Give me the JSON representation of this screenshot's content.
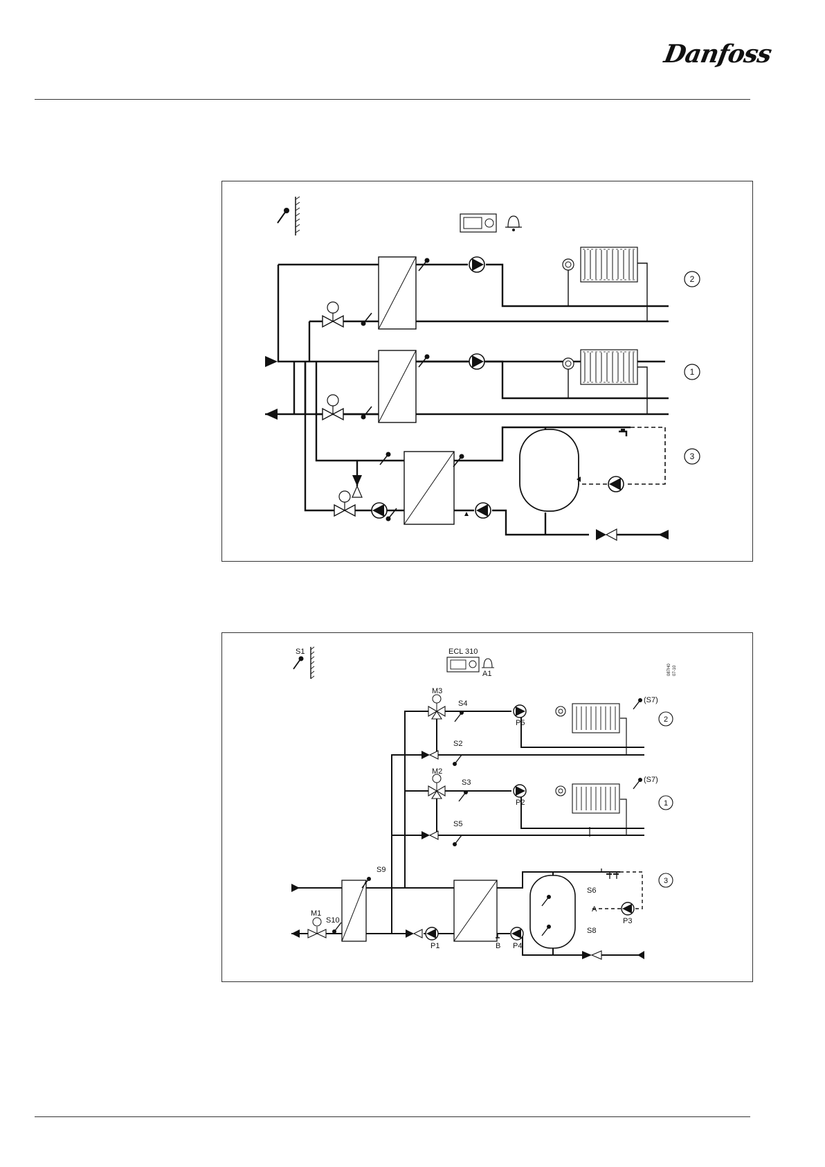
{
  "header": {
    "logo_text": "Danfoss"
  },
  "diagram2": {
    "controller": "ECL 310",
    "alarm": "A1",
    "outdoor_sensor": "S1",
    "doc_code_1": "087H0",
    "doc_code_2": "07-10",
    "labels": {
      "m1": "M1",
      "m2": "M2",
      "m3": "M3",
      "s2": "S2",
      "s3": "S3",
      "s4": "S4",
      "s5": "S5",
      "s6": "S6",
      "s7a": "(S7)",
      "s7b": "(S7)",
      "s8": "S8",
      "s9": "S9",
      "s10": "S10",
      "p1": "P1",
      "p2": "P2",
      "p3": "P3",
      "p4": "P4",
      "p5": "P5",
      "a": "A",
      "b": "B"
    }
  },
  "circuits": {
    "c1": "1",
    "c2": "2",
    "c3": "3"
  }
}
